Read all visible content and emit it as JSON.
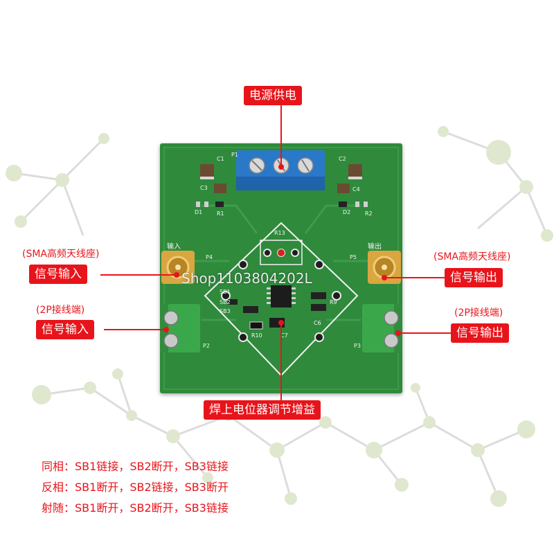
{
  "labels": {
    "power": "电源供电",
    "sma_in_note": "(SMA高频天线座)",
    "sma_in": "信号输入",
    "term_in_note": "(2P接线端)",
    "term_in": "信号输入",
    "sma_out_note": "(SMA高频天线座)",
    "sma_out": "信号输出",
    "term_out_note": "(2P接线端)",
    "term_out": "信号输出",
    "pot": "焊上电位器调节增益"
  },
  "board_silk": {
    "input": "输入",
    "output": "输出",
    "p4": "P4",
    "p5": "P5",
    "p2": "P2",
    "p3": "P3",
    "p1": "P1",
    "r13": "R13",
    "r10": "R10",
    "c7": "C7",
    "c1": "C1",
    "c2": "C2",
    "c3": "C3",
    "c4": "C4",
    "d1": "D1",
    "d2": "D2",
    "r1": "R1",
    "r2": "R2",
    "sb1": "SB1",
    "sb2": "SB2",
    "sb3": "SB3",
    "r9": "R9",
    "c6": "C6"
  },
  "watermark": "Shop1103804202L",
  "modes": [
    {
      "name": "同相：",
      "setting": "SB1链接，SB2断开，SB3链接"
    },
    {
      "name": "反相：",
      "setting": "SB1断开，SB2链接，SB3断开"
    },
    {
      "name": "射随：",
      "setting": "SB1断开，SB2断开，SB3链接"
    }
  ],
  "colors": {
    "label_red": "#e8141b",
    "pcb_green": "#2f8a3c",
    "terminal_blue": "#2a78c8",
    "terminal_green": "#3aa84a",
    "sma_gold": "#d9a640"
  }
}
